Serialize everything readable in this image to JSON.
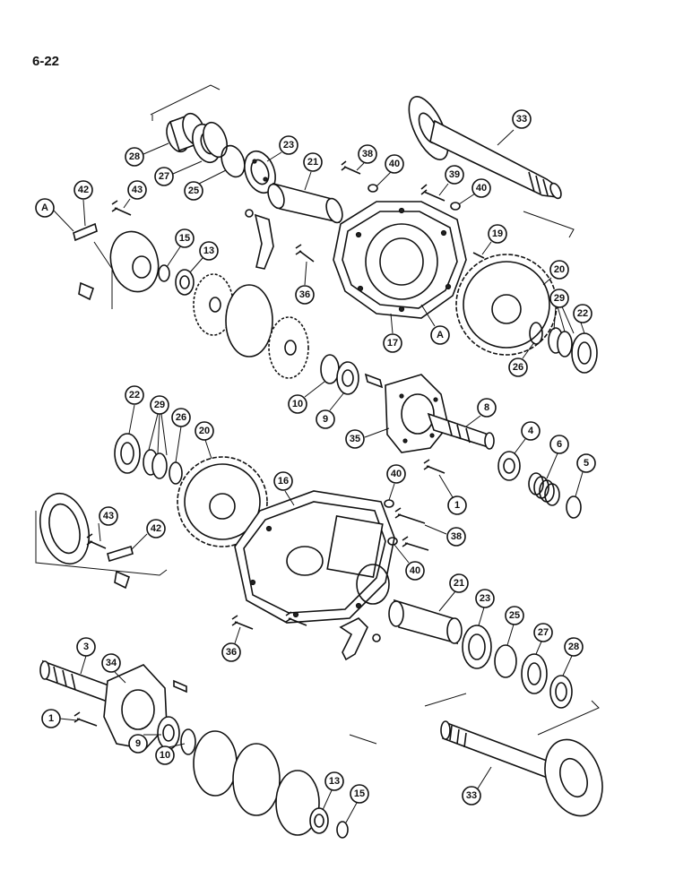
{
  "page": {
    "number": "6-22"
  },
  "callouts": [
    {
      "label": "33"
    },
    {
      "label": "28"
    },
    {
      "label": "27"
    },
    {
      "label": "25"
    },
    {
      "label": "23"
    },
    {
      "label": "21"
    },
    {
      "label": "38"
    },
    {
      "label": "40"
    },
    {
      "label": "39"
    },
    {
      "label": "40"
    },
    {
      "label": "A"
    },
    {
      "label": "42"
    },
    {
      "label": "43"
    },
    {
      "label": "15"
    },
    {
      "label": "13"
    },
    {
      "label": "36"
    },
    {
      "label": "19"
    },
    {
      "label": "20"
    },
    {
      "label": "29"
    },
    {
      "label": "22"
    },
    {
      "label": "17"
    },
    {
      "label": "A"
    },
    {
      "label": "26"
    },
    {
      "label": "10"
    },
    {
      "label": "9"
    },
    {
      "label": "8"
    },
    {
      "label": "35"
    },
    {
      "label": "4"
    },
    {
      "label": "6"
    },
    {
      "label": "5"
    },
    {
      "label": "22"
    },
    {
      "label": "29"
    },
    {
      "label": "26"
    },
    {
      "label": "20"
    },
    {
      "label": "16"
    },
    {
      "label": "40"
    },
    {
      "label": "1"
    },
    {
      "label": "43"
    },
    {
      "label": "42"
    },
    {
      "label": "38"
    },
    {
      "label": "40"
    },
    {
      "label": "21"
    },
    {
      "label": "23"
    },
    {
      "label": "25"
    },
    {
      "label": "27"
    },
    {
      "label": "28"
    },
    {
      "label": "36"
    },
    {
      "label": "3"
    },
    {
      "label": "34"
    },
    {
      "label": "1"
    },
    {
      "label": "9"
    },
    {
      "label": "10"
    },
    {
      "label": "13"
    },
    {
      "label": "15"
    },
    {
      "label": "33"
    }
  ]
}
